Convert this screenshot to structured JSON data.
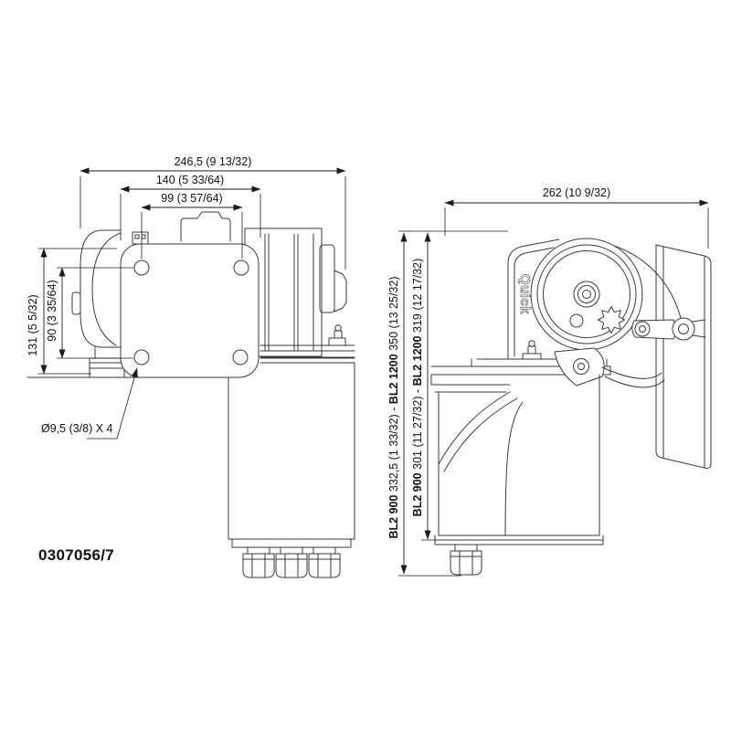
{
  "part_number": "0307056/7",
  "front_view": {
    "dim_overall_width": "246,5 (9 13/32)",
    "dim_plate_width": "140 (5 33/64)",
    "dim_hole_spacing_h": "99 (3 57/64)",
    "dim_height": "131 (5 5/32)",
    "dim_hole_spacing_v": "90 (3 35/64)",
    "dim_mount_holes": "Ø9,5 (3/8) X 4"
  },
  "side_view": {
    "dim_overall_width": "262 (10 9/32)",
    "dim_height_overall": {
      "model_a": "BL2 900",
      "value_a": " 332,5 (1 33/32) - ",
      "model_b": "BL2 1200",
      "value_b": " 350 (13 25/32)"
    },
    "dim_height_body": {
      "model_a": "BL2 900",
      "value_a": " 301 (11 27/32) - ",
      "model_b": "BL2 1200",
      "value_b": " 319 (12 17/32)"
    },
    "logo": "Quick"
  },
  "colors": {
    "line": "#3a3a3a",
    "text": "#111111",
    "background": "#ffffff"
  }
}
